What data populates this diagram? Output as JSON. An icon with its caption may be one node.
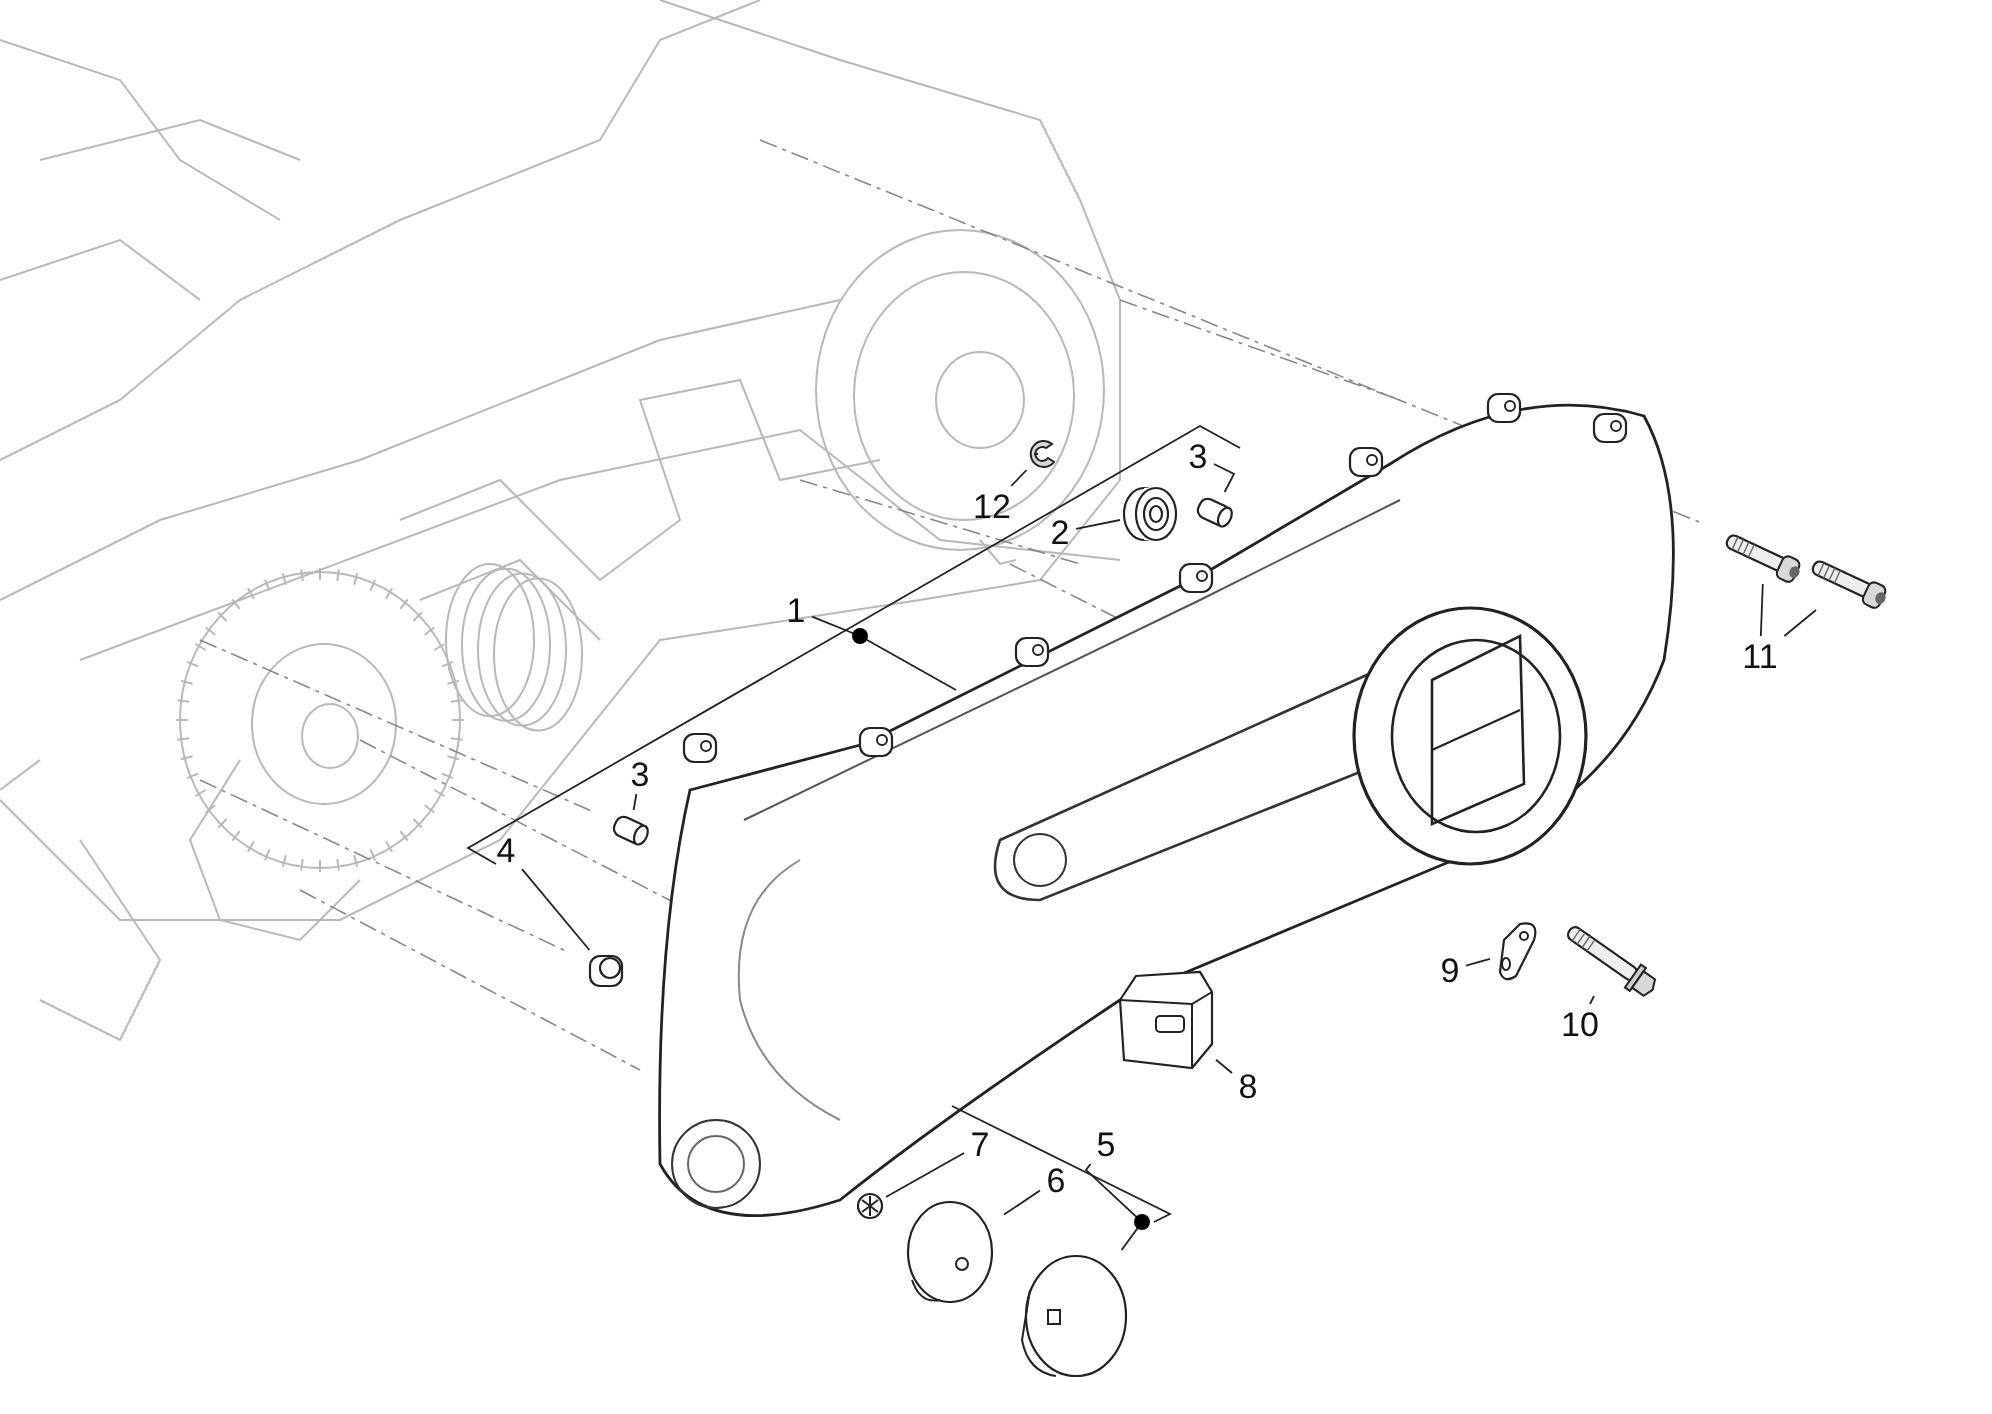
{
  "diagram": {
    "nodes": [
      {
        "text": [
          "12"
        ]
      },
      {
        "text": [],
        "shape": "picture"
      },
      {
        "text": [
          "3"
        ]
      },
      {
        "text": [],
        "shape": "picture"
      },
      {
        "text": [
          "2"
        ]
      },
      {
        "text": [],
        "shape": "picture"
      },
      {
        "text": [
          "1"
        ]
      },
      {
        "text": [],
        "shape": "picture"
      },
      {
        "text": [
          "11"
        ]
      },
      {
        "text": [],
        "shape": "picture"
      },
      {
        "text": [],
        "shape": "picture"
      },
      {
        "text": [
          "3"
        ]
      },
      {
        "text": [],
        "shape": "picture"
      },
      {
        "text": [
          "4"
        ]
      },
      {
        "text": [],
        "shape": "picture"
      },
      {
        "text": [
          "9"
        ]
      },
      {
        "text": [],
        "shape": "picture"
      },
      {
        "text": [
          "10"
        ]
      },
      {
        "text": [],
        "shape": "picture"
      },
      {
        "text": [
          "8"
        ]
      },
      {
        "text": [],
        "shape": "picture"
      },
      {
        "text": [
          "7"
        ]
      },
      {
        "text": [],
        "shape": "picture"
      },
      {
        "text": [
          "5"
        ]
      },
      {
        "text": [
          "6"
        ]
      },
      {
        "text": [],
        "shape": "picture"
      },
      {
        "text": [],
        "shape": "picture"
      }
    ],
    "edges": [
      {
        "from": 0,
        "to": 1,
        "arrow": "none"
      },
      {
        "from": 2,
        "to": 3,
        "arrow": "none"
      },
      {
        "from": 4,
        "to": 5,
        "arrow": "none"
      },
      {
        "from": 6,
        "to": 7,
        "arrow": "none"
      },
      {
        "from": 8,
        "to": 9,
        "arrow": "none"
      },
      {
        "from": 8,
        "to": 10,
        "arrow": "none"
      },
      {
        "from": 11,
        "to": 12,
        "arrow": "none"
      },
      {
        "from": 13,
        "to": 14,
        "arrow": "none"
      },
      {
        "from": 15,
        "to": 16,
        "arrow": "none"
      },
      {
        "from": 17,
        "to": 18,
        "arrow": "none"
      },
      {
        "from": 19,
        "to": 20,
        "arrow": "none"
      },
      {
        "from": 21,
        "to": 22,
        "arrow": "none"
      },
      {
        "from": 23,
        "to": 26,
        "arrow": "none"
      },
      {
        "from": 24,
        "to": 25,
        "arrow": "none"
      }
    ]
  }
}
